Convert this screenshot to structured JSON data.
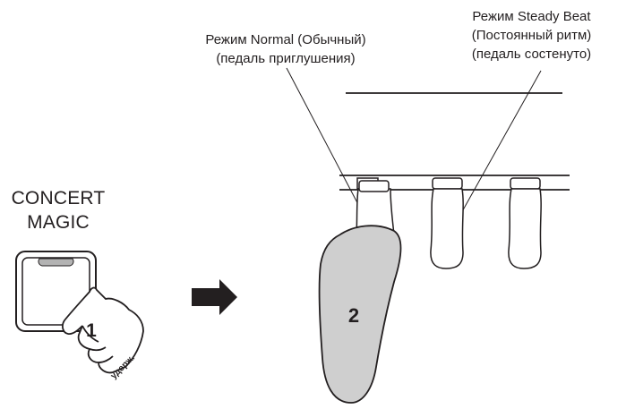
{
  "labels": {
    "normal_mode": [
      "Режим Normal (Обычный)",
      "(педаль приглушения)"
    ],
    "steady_beat_mode": [
      "Режим Steady Beat",
      "(Постоянный ритм)",
      "(педаль состенуто)"
    ],
    "concert_magic": [
      "CONCERT",
      "MAGIC"
    ]
  },
  "steps": {
    "step1": "1",
    "step1_action": "удерж.",
    "step2": "2"
  },
  "icons": [
    "concert-magic-button-icon",
    "hand-pointer-icon",
    "arrow-right-icon",
    "pedals-icon",
    "foot-icon"
  ],
  "colors": {
    "line": "#231f20",
    "foot_fill": "#cfcfcf",
    "button_top": "#b3b3b3"
  }
}
